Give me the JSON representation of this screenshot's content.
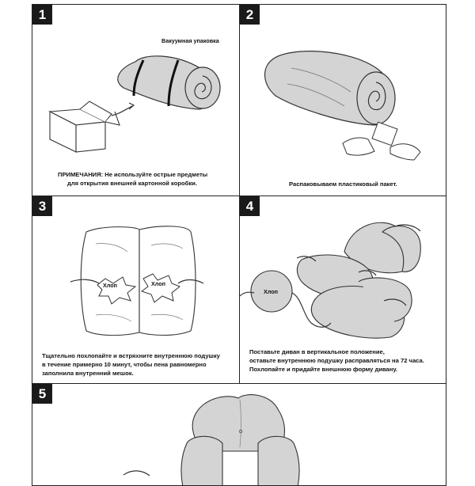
{
  "steps": [
    {
      "number": "1",
      "label": "Вакуумная упаковка",
      "caption_1": "ПРИМЕЧАНИЯ: Не используйте острые предметы",
      "caption_2": "для открытия внешней картонной коробки."
    },
    {
      "number": "2",
      "caption_1": "Распаковываем пластиковый пакет."
    },
    {
      "number": "3",
      "burst_left": "Хлоп",
      "burst_right": "Хлоп",
      "caption_1": "Тщательно похлопайте и встряхните внутреннюю подушку",
      "caption_2": "в течение примерно 10 минут, чтобы пена равномерно",
      "caption_3": "заполнила внутренний мешок."
    },
    {
      "number": "4",
      "burst": "Хлоп",
      "caption_1": "Поставьте диван в вертикальное положение,",
      "caption_2": "оставьте внутреннюю подушку расправляться на 72 часа.",
      "caption_3": "Похлопайте и придайте внешнюю форму дивану."
    },
    {
      "number": "5"
    }
  ],
  "colors": {
    "fill_gray": "#d4d4d4",
    "stroke": "#333333",
    "badge": "#1a1a1a"
  }
}
